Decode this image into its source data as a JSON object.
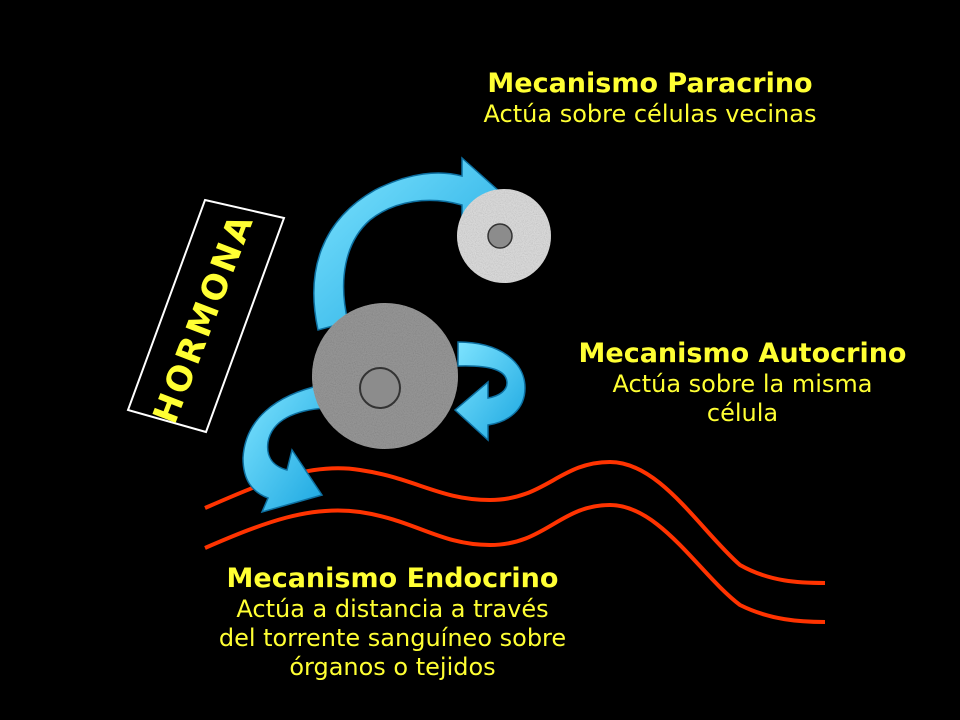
{
  "hormone_label": "HORMONA",
  "paracrine": {
    "title": "Mecanismo Paracrino",
    "description": "Actúa sobre células vecinas"
  },
  "autocrine": {
    "title": "Mecanismo Autocrino",
    "description_line1": "Actúa sobre la misma",
    "description_line2": "célula"
  },
  "endocrine": {
    "title": "Mecanismo Endocrino",
    "description_line1": "Actúa a distancia a través",
    "description_line2": "del torrente sanguíneo sobre",
    "description_line3": "órganos o tejidos"
  },
  "colors": {
    "background": "#000000",
    "text": "#ffff33",
    "arrow": "#33ccff",
    "blood_vessel": "#ff3300",
    "cell": "#9a9a9a",
    "neighbor_cell": "#e0e0e0"
  }
}
